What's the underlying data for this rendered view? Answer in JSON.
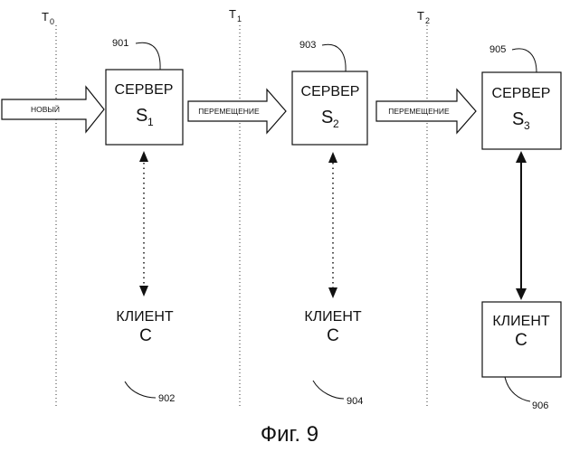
{
  "timelines": [
    {
      "label": "T",
      "sub": "0"
    },
    {
      "label": "T",
      "sub": "1"
    },
    {
      "label": "T",
      "sub": "2"
    }
  ],
  "servers": [
    {
      "ref": "901",
      "title": "СЕРВЕР",
      "name": "S",
      "sub": "1"
    },
    {
      "ref": "903",
      "title": "СЕРВЕР",
      "name": "S",
      "sub": "2"
    },
    {
      "ref": "905",
      "title": "СЕРВЕР",
      "name": "S",
      "sub": "3"
    }
  ],
  "clients": [
    {
      "ref": "902",
      "title": "КЛИЕНТ",
      "name": "C",
      "boxed": false,
      "link": "dotted"
    },
    {
      "ref": "904",
      "title": "КЛИЕНТ",
      "name": "C",
      "boxed": false,
      "link": "dotted"
    },
    {
      "ref": "906",
      "title": "КЛИЕНТ",
      "name": "C",
      "boxed": true,
      "link": "solid"
    }
  ],
  "arrows": [
    {
      "label": "НОВЫЙ"
    },
    {
      "label": "ПЕРЕМЕЩЕНИЕ"
    },
    {
      "label": "ПЕРЕМЕЩЕНИЕ"
    }
  ],
  "caption": "Фиг. 9"
}
